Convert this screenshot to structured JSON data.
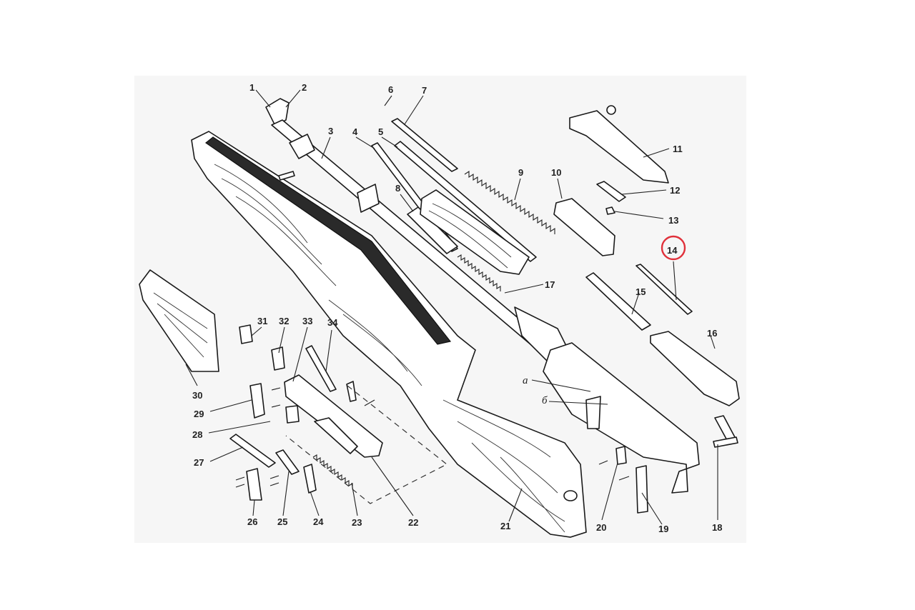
{
  "diagram": {
    "highlight_color": "#e0303a",
    "highlighted_callout": "14",
    "callouts": {
      "c1": "1",
      "c2": "2",
      "c3": "3",
      "c4": "4",
      "c5": "5",
      "c6": "6",
      "c7": "7",
      "c8": "8",
      "c9": "9",
      "c10": "10",
      "c11": "11",
      "c12": "12",
      "c13": "13",
      "c14": "14",
      "c15": "15",
      "c16": "16",
      "c17": "17",
      "c18": "18",
      "c19": "19",
      "c20": "20",
      "c21": "21",
      "c22": "22",
      "c23": "23",
      "c24": "24",
      "c25": "25",
      "c26": "26",
      "c27": "27",
      "c28": "28",
      "c29": "29",
      "c30": "30",
      "c31": "31",
      "c32": "32",
      "c33": "33",
      "c34": "34"
    },
    "letter_labels": {
      "a": "а",
      "b": "б"
    }
  }
}
